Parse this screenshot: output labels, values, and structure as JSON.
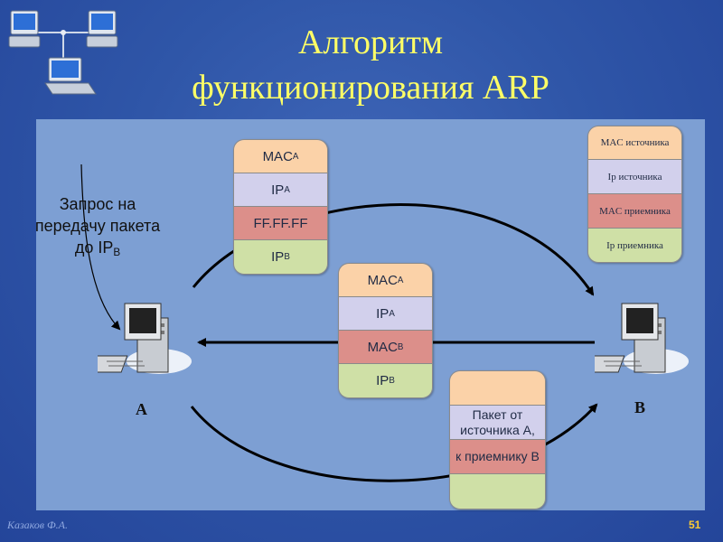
{
  "title": {
    "line1": "Алгоритм",
    "line2": "функционирования ARP"
  },
  "request_label": {
    "text": "Запрос на передачу пакета до IP",
    "sub": "B"
  },
  "nodes": {
    "a_label": "A",
    "b_label": "B"
  },
  "packets": {
    "request": [
      {
        "text": "MAC",
        "sub": "A"
      },
      {
        "text": "IP",
        "sub": "A"
      },
      {
        "text": "FF.FF.FF",
        "sub": ""
      },
      {
        "text": "IP",
        "sub": "B"
      }
    ],
    "reply": [
      {
        "text": "MAC",
        "sub": "A"
      },
      {
        "text": "IP",
        "sub": "A"
      },
      {
        "text": "MAC",
        "sub": "B"
      },
      {
        "text": "IP",
        "sub": "B"
      }
    ],
    "data": [
      {
        "text": ""
      },
      {
        "text": "Пакет от источника А,"
      },
      {
        "text": "к приемнику В"
      },
      {
        "text": ""
      }
    ],
    "legend": [
      {
        "text": "MAC источника"
      },
      {
        "text": "Ip источника"
      },
      {
        "text": "MAC приемника"
      },
      {
        "text": "Ip приемника"
      }
    ]
  },
  "footer": {
    "author": "Казаков Ф.А.",
    "page": "51"
  },
  "colors": {
    "background": "#2f56a8",
    "panel": "#7d9fd3",
    "title": "#ffff66",
    "mac_row": "#fbd2a8",
    "ip_row": "#d2d0ec",
    "dest_row": "#dc8f8a",
    "last_row": "#cfe0a6"
  }
}
